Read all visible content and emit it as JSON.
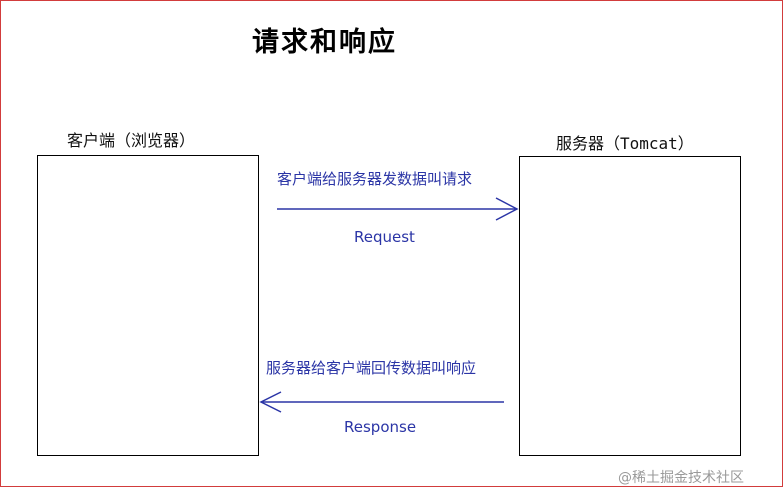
{
  "title": "请求和响应",
  "client": {
    "label": "客户端（浏览器）"
  },
  "server": {
    "label": "服务器（Tomcat）"
  },
  "request": {
    "description": "客户端给服务器发数据叫请求",
    "label": "Request"
  },
  "response": {
    "description": "服务器给客户端回传数据叫响应",
    "label": "Response"
  },
  "watermark": "@稀土掘金技术社区",
  "colors": {
    "frame": "#d23c3c",
    "arrow": "#2b35a6",
    "box_border": "#000000"
  }
}
